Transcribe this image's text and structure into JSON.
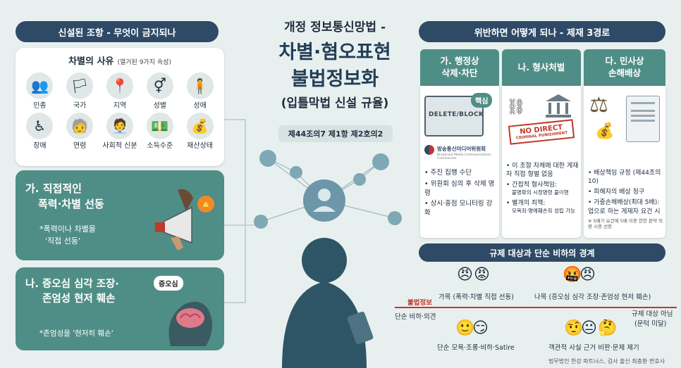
{
  "left": {
    "header": "신설된 조항 - 무엇이 금지되나",
    "reasons_title": "차별의 사유",
    "reasons_sub": "(열거된 9가지 속성)",
    "reasons": [
      {
        "label": "인종",
        "icon": "people-icon"
      },
      {
        "label": "국가",
        "icon": "flag-icon"
      },
      {
        "label": "지역",
        "icon": "map-pin-icon"
      },
      {
        "label": "성별",
        "icon": "gender-icon"
      },
      {
        "label": "성애",
        "icon": "person-icon"
      },
      {
        "label": "장애",
        "icon": "wheelchair-icon"
      },
      {
        "label": "연령",
        "icon": "elder-icon"
      },
      {
        "label": "사회적 신분",
        "icon": "suit-person-icon"
      },
      {
        "label": "소득수준",
        "icon": "money-icon"
      },
      {
        "label": "재산상태",
        "icon": "money-bag-icon"
      }
    ],
    "card_a": {
      "title_line1": "가. 직접적인",
      "title_line2": "폭력·차별 선동",
      "note_line1": "*폭력이나 차별을",
      "note_line2": "'직접 선동'"
    },
    "card_b": {
      "title_line1": "나. 증오심 심각 조장·",
      "title_line2": "존엄성 현저 훼손",
      "bubble": "증오심",
      "note": "*존엄성을 '현저히 훼손'"
    }
  },
  "center": {
    "title_top": "개정 정보통신망법 -",
    "title_main1": "차별·혐오표현",
    "title_main2": "불법정보화",
    "title_sub": "(입틀막법 신설 규율)",
    "article": "제44조의7 제1항 제2호의2"
  },
  "right": {
    "header": "위반하면 어떻게 되나 - 제재 3경로",
    "cols": [
      {
        "head1": "가. 행정상",
        "head2": "삭제·차단",
        "badge": "핵심",
        "screen": "DELETE/BLOCK",
        "org": "방송통신미디어위원회",
        "org_en": "Broadcast Media Communications Commission",
        "bullets": [
          "주진 집행 수단",
          "위원회 심의 후 삭제 명령",
          "상시·중점 모니터링 강화"
        ]
      },
      {
        "head1": "나. 형사처벌",
        "head2": "",
        "stamp1": "NO DIRECT",
        "stamp2": "CRIMINAL PUNISHMENT",
        "bullets": [
          "이 조항 자체에 대한 게재자 직접 형벌 없음",
          "간접적 형사책임:",
          "불명확의 시정명령 불이행",
          "별개의 죄책:",
          "모욕죄·명예훼손죄 성립 가능"
        ]
      },
      {
        "head1": "다. 민사상",
        "head2": "손해배상",
        "bullets": [
          "배상책임 규정 (제44조의10)",
          "피해자의 배상 청구",
          "가중손해배상(최대 5배): 업으로 하는 게재자 요건 시"
        ],
        "footnote": "※ 5배가 요건에 5배 이용 한한 판약 직량 시용 선용"
      }
    ],
    "boundary": {
      "header": "규제 대상과 단순 비하의 경계",
      "illegal_label": "불법정보",
      "line_label": "단순 비하·의견",
      "insult_a": "가목 (폭력·차별 직접 선동)",
      "insult_b": "나목 (증오심 심각 조장·존엄성 현저 훼손)",
      "not_target_1": "규제 대상 아님",
      "not_target_2": "(문턱 미달)",
      "simple": "단순 모욕·조롱·비하·Satire",
      "critique": "객관적 사실 근거 비판·문제 제기"
    },
    "footer": "법무법인 한강 파트너스, 검사 출신 최충환 변호사"
  },
  "colors": {
    "navy": "#2f4a66",
    "teal": "#4f8e86",
    "background": "#e8f0ef",
    "red": "#c0392b"
  }
}
